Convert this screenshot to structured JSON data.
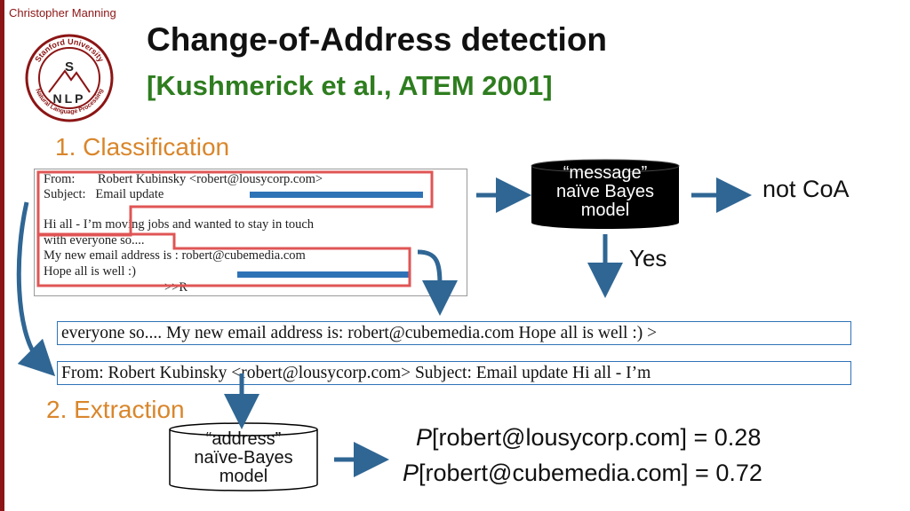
{
  "slide": {
    "author": "Christopher Manning",
    "title": "Change-of-Address detection",
    "subtitle": "[Kushmerick et al., ATEM 2001]",
    "logo_text": {
      "top": "Stanford University",
      "bottom": "Natural Language Processing",
      "letters_top": "S",
      "letters_bottom": "NLP"
    }
  },
  "steps": {
    "classification": "1. Classification",
    "extraction": "2. Extraction"
  },
  "email": {
    "from_line": "From:       Robert Kubinsky <robert@lousycorp.com>",
    "subject_line": "Subject:   Email update",
    "body_line1": "Hi all - I’m moving jobs and wanted to stay in touch",
    "body_line2": "with everyone so....",
    "body_line3": "My new email address is : robert@cubemedia.com",
    "body_line4": "Hope all is well :)",
    "sign_off": ">>R"
  },
  "classifier": {
    "line1": "“message”",
    "line2": "naïve Bayes",
    "line3": "model",
    "negative_label": "not CoA",
    "positive_label": "Yes"
  },
  "token_windows": [
    "everyone so.... My new email address is: robert@cubemedia.com Hope all is well :) >",
    "From: Robert Kubinsky <robert@lousycorp.com> Subject: Email update Hi all - I’m"
  ],
  "extractor": {
    "line1": "“address”",
    "line2": "naïve-Bayes",
    "line3": "model"
  },
  "results": [
    {
      "label": "P",
      "candidate": "[robert@lousycorp.com] = 0.28"
    },
    {
      "label": "P",
      "candidate": "[robert@cubemedia.com] = 0.72"
    }
  ],
  "colors": {
    "accent_red": "#8c1515",
    "highlight_red": "#e05555",
    "arrow_blue": "#2f6694",
    "title_green": "#2e7d1f",
    "step_orange": "#d9862b"
  }
}
